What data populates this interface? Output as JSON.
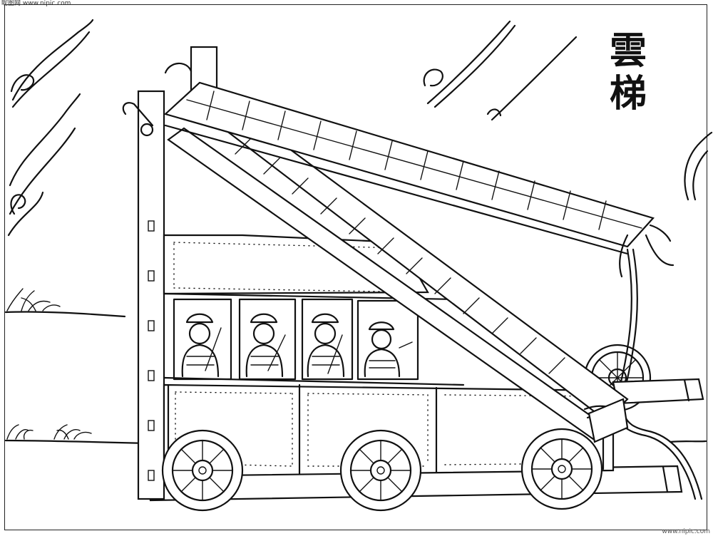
{
  "header": {
    "watermark_top": "昵图网 www.nipic.com"
  },
  "title": {
    "chars": [
      "雲",
      "梯"
    ]
  },
  "footer": {
    "watermark_bottom": "www.nipic.com"
  },
  "icons": {
    "cloud": "cloud-swirl-icon",
    "grass": "grass-tuft-icon",
    "wheel": "spoked-wheel-icon",
    "soldier": "armored-soldier-icon",
    "rope": "rope-icon"
  },
  "colors": {
    "ink": "#111111",
    "paper": "#ffffff"
  }
}
